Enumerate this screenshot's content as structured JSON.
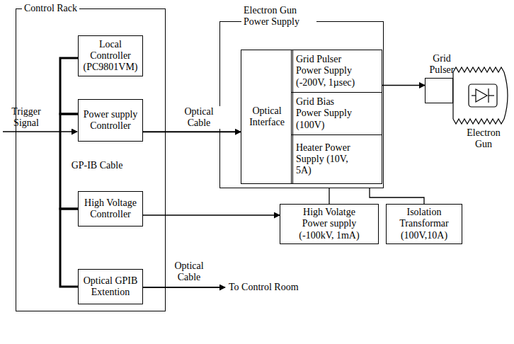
{
  "diagram": {
    "nodes": [
      {
        "text": [
          "Control Rack"
        ]
      },
      {
        "text": [
          "Local Controller (PC9801VM)"
        ],
        "in": 0
      },
      {
        "text": [
          "Power supply Controller"
        ],
        "in": 0
      },
      {
        "text": [
          "High Voltage Controller"
        ],
        "in": 0
      },
      {
        "text": [
          "Optical GPIB Extention"
        ],
        "in": 0
      },
      {
        "text": [
          "Electron Gun Power Supply"
        ]
      },
      {
        "text": [
          "Optical Interface"
        ],
        "in": 5
      },
      {
        "text": [
          "Grid Pulser Power Supply (-200V, 1µsec)"
        ],
        "in": 5
      },
      {
        "text": [
          "Grid Bias Power Supply (100V)"
        ],
        "in": 5
      },
      {
        "text": [
          "Heater Power Supply (10V, 5A)"
        ],
        "in": 5
      },
      {
        "text": [
          "High Volatge Power supply (-100kV, 1mA)"
        ]
      },
      {
        "text": [
          "Isolation Transformar (100V,10A)"
        ]
      },
      {
        "text": [
          "Grid Pulser"
        ]
      },
      {
        "text": [
          "Electron Gun"
        ]
      }
    ],
    "edges": [
      {
        "from": 1,
        "to": 2,
        "arrow": "none"
      },
      {
        "from": 2,
        "to": 3,
        "arrow": "none"
      },
      {
        "from": 3,
        "to": 4,
        "arrow": "none"
      },
      {
        "from": 2,
        "to": 6,
        "label": "Optical Cable",
        "arrow": "to"
      },
      {
        "from": 3,
        "to": 10,
        "arrow": "to"
      },
      {
        "from": 7,
        "to": 12,
        "arrow": "to"
      },
      {
        "from": 10,
        "to": 5,
        "arrow": "none"
      },
      {
        "from": 11,
        "to": 5,
        "arrow": "none"
      }
    ],
    "labels": [
      "Trigger Signal",
      "GP-IB Cable",
      "Optical Cable",
      "To Control Room"
    ]
  }
}
